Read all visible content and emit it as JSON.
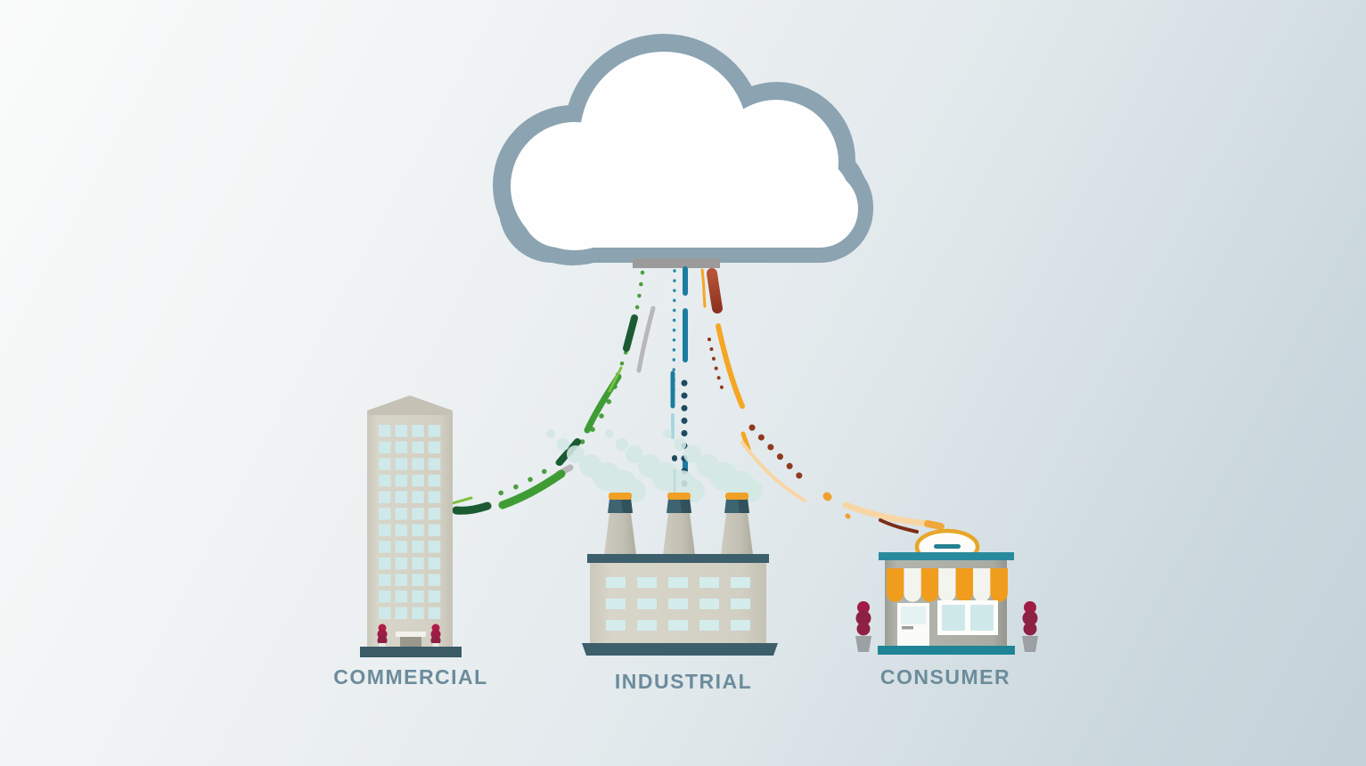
{
  "scene": {
    "description": "cloud-to-sectors-illustration",
    "labels": {
      "commercial": "COMMERCIAL",
      "industrial": "INDUSTRIAL",
      "consumer": "CONSUMER"
    },
    "icons": {
      "cloud": "cloud-icon",
      "commercial": "office-tower-icon",
      "industrial": "factory-icon",
      "consumer": "storefront-icon"
    },
    "palette": {
      "background_top_left": "#fafbfb",
      "background_bottom_right": "#c3d2d9",
      "cloud_outline": "#8ca3b1",
      "cloud_fill": "#fefefe",
      "connector_gray": "#9b9b9b",
      "label_text": "#6c8c9c",
      "stream_green": "#3f9c35",
      "stream_dark_green": "#1b5a33",
      "stream_light_green": "#7dc142",
      "stream_gray": "#b8b8b8",
      "stream_teal": "#1d7da1",
      "stream_teal_dots": "#2f89a8",
      "stream_navy": "#1f4b61",
      "stream_orange": "#f5a623",
      "stream_pale_orange": "#f8d6a4",
      "stream_brick_red": "#9e3e24",
      "stream_dark_red": "#8f3a1e",
      "building_facade": "#d6d3c7",
      "building_window": "#cfe9ea",
      "building_base_teal": "#3a5a66",
      "factory_roof_teal": "#3c5f6b",
      "chimney_collar_teal": "#3d6470",
      "chimney_cap_orange": "#f0a125",
      "store_teal": "#2a8a9d",
      "awning_orange": "#f09d1d",
      "awning_white": "#f4f4ef",
      "sign_border_orange": "#e8a62a",
      "sign_dash_teal": "#25808f",
      "topiary_maroon": "#8e2044",
      "smoke": "#d3e8e4"
    }
  }
}
